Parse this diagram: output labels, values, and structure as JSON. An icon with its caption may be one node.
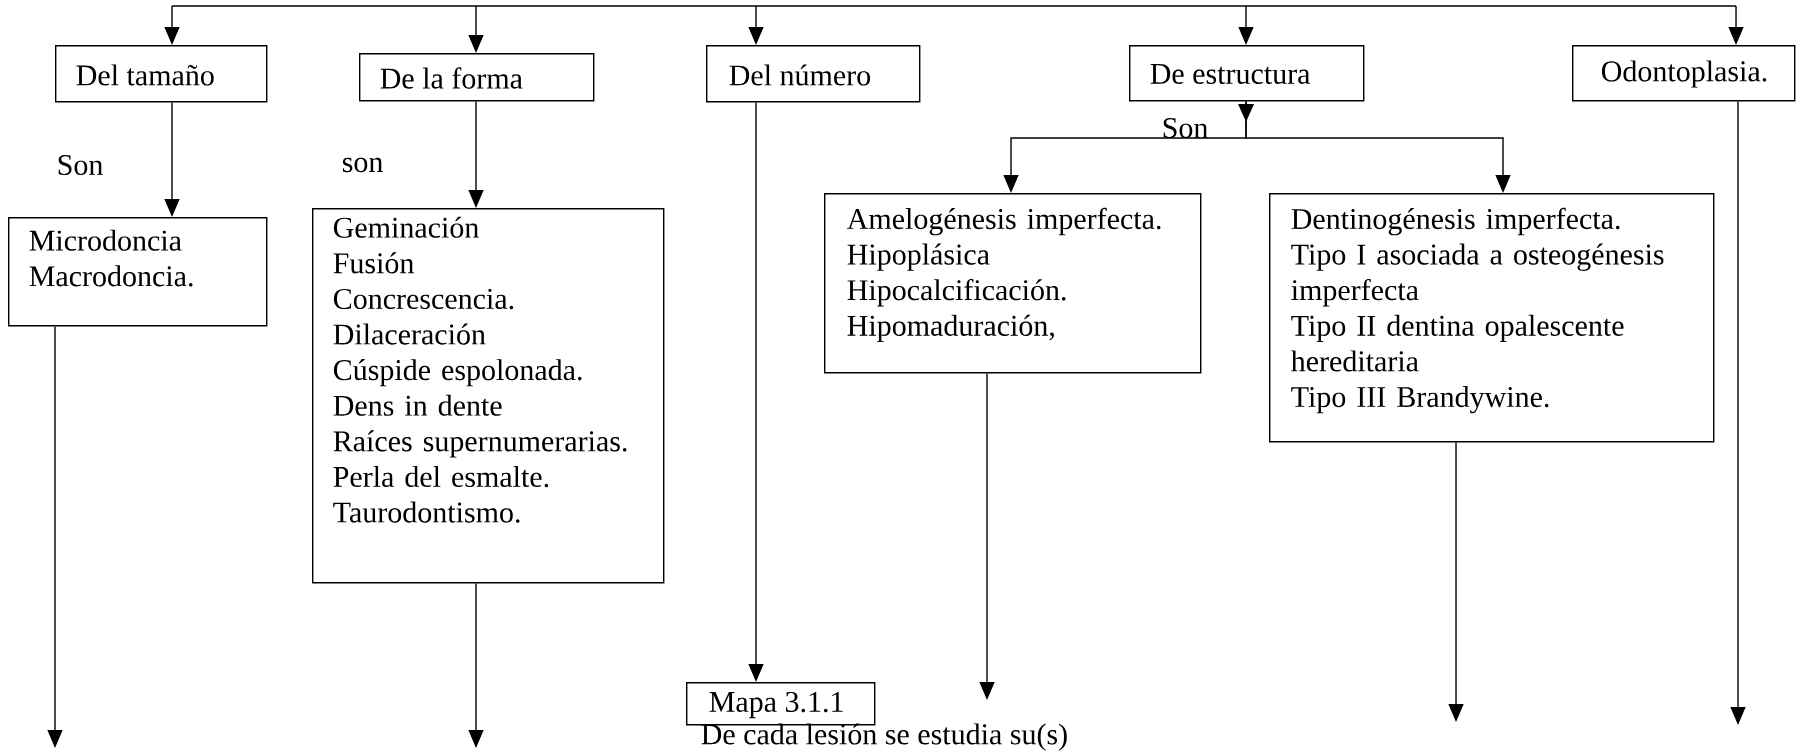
{
  "diagram": {
    "nodes": [
      {
        "text": [
          "Del tamaño"
        ]
      },
      {
        "text": [
          "De la forma"
        ]
      },
      {
        "text": [
          "Del número"
        ]
      },
      {
        "text": [
          "De  estructura"
        ]
      },
      {
        "text": [
          "Odontoplasia."
        ]
      },
      {
        "text": [
          "Microdoncia",
          "Macrodoncia."
        ]
      },
      {
        "text": [
          "Geminación",
          "Fusión",
          "Concrescencia.",
          "Dilaceración",
          "Cúspide espolonada.",
          "Dens in dente",
          "Raíces supernumerarias.",
          "Perla del esmalte.",
          "Taurodontismo."
        ]
      },
      {
        "text": [
          "Amelogénesis imperfecta.",
          "Hipoplásica",
          "Hipocalcificación.",
          "Hipomaduración,"
        ]
      },
      {
        "text": [
          "Dentinogénesis imperfecta.",
          "Tipo I asociada a osteogénesis imperfecta",
          "Tipo II dentina opalescente hereditaria",
          "Tipo III Brandywine."
        ]
      },
      {
        "text": [
          "Mapa 3.1.1"
        ]
      }
    ],
    "edges": [
      {
        "from": null,
        "to": 0,
        "arrow": "to"
      },
      {
        "from": null,
        "to": 1,
        "arrow": "to"
      },
      {
        "from": null,
        "to": 2,
        "arrow": "to"
      },
      {
        "from": null,
        "to": 3,
        "arrow": "to"
      },
      {
        "from": null,
        "to": 4,
        "arrow": "to"
      },
      {
        "from": 0,
        "to": 5,
        "arrow": "to",
        "label": "Son"
      },
      {
        "from": 1,
        "to": 6,
        "arrow": "to",
        "label": "son"
      },
      {
        "from": 2,
        "to": 9,
        "arrow": "to"
      },
      {
        "from": 3,
        "to": 7,
        "arrow": "to",
        "label": "Son"
      },
      {
        "from": 3,
        "to": 8,
        "arrow": "to"
      },
      {
        "from": 5,
        "to": null,
        "arrow": "to"
      },
      {
        "from": 6,
        "to": null,
        "arrow": "to"
      },
      {
        "from": 7,
        "to": null,
        "arrow": "to"
      },
      {
        "from": 8,
        "to": null,
        "arrow": "to"
      },
      {
        "from": 4,
        "to": null,
        "arrow": "to"
      }
    ],
    "labels": [
      "De  cada  lesión se estudia  su(s)"
    ]
  }
}
